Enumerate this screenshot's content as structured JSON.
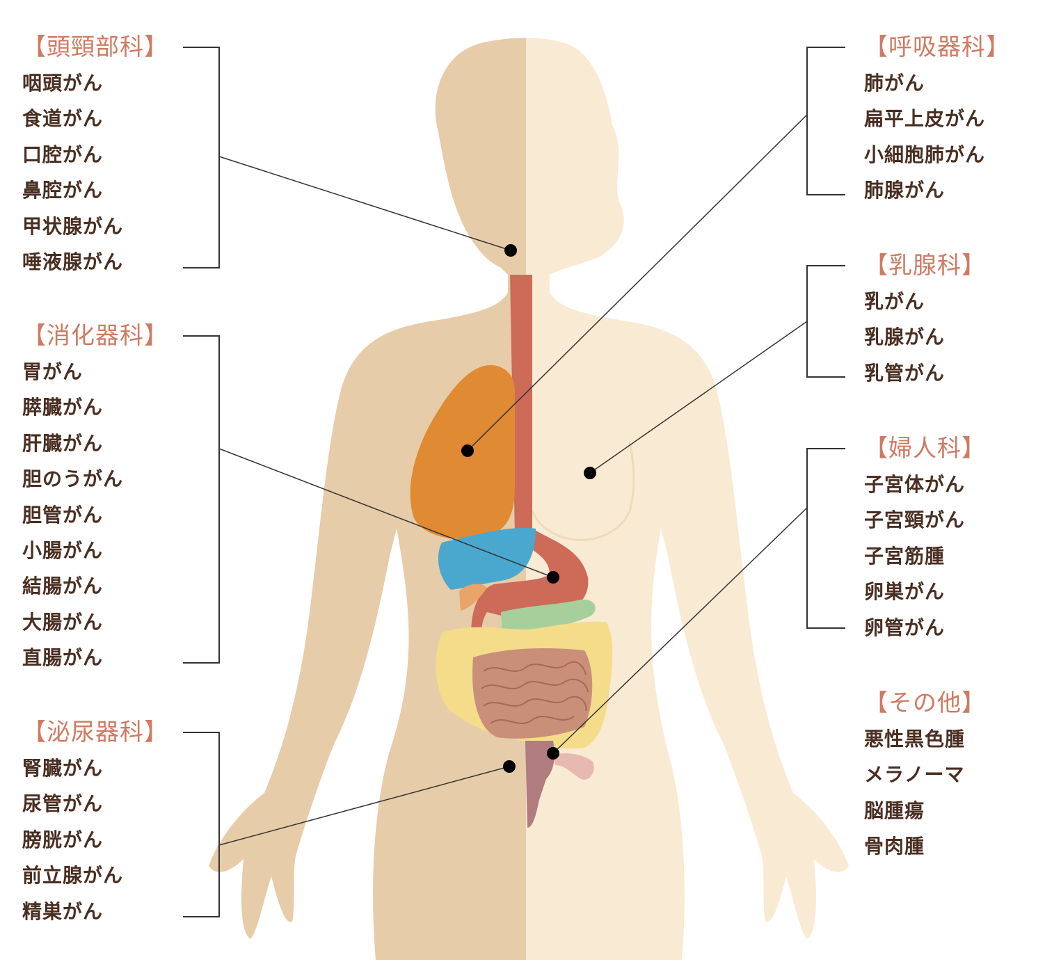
{
  "groups": [
    {
      "id": "head-neck",
      "title": "【頭頸部科】",
      "items": [
        "咽頭がん",
        "食道がん",
        "口腔がん",
        "鼻腔がん",
        "甲状腺がん",
        "唾液腺がん"
      ]
    },
    {
      "id": "digestive",
      "title": "【消化器科】",
      "items": [
        "胃がん",
        "膵臓がん",
        "肝臓がん",
        "胆のうがん",
        "胆管がん",
        "小腸がん",
        "結腸がん",
        "大腸がん",
        "直腸がん"
      ]
    },
    {
      "id": "urology",
      "title": "【泌尿器科】",
      "items": [
        "腎臓がん",
        "尿管がん",
        "膀胱がん",
        "前立腺がん",
        "精巣がん"
      ]
    },
    {
      "id": "respiratory",
      "title": "【呼吸器科】",
      "items": [
        "肺がん",
        "扁平上皮がん",
        "小細胞肺がん",
        "肺腺がん"
      ]
    },
    {
      "id": "breast",
      "title": "【乳腺科】",
      "items": [
        "乳がん",
        "乳腺がん",
        "乳管がん"
      ]
    },
    {
      "id": "gynecology",
      "title": "【婦人科】",
      "items": [
        "子宮体がん",
        "子宮頸がん",
        "子宮筋腫",
        "卵巣がん",
        "卵管がん"
      ]
    },
    {
      "id": "other",
      "title": "【その他】",
      "items": [
        "悪性黒色腫",
        "メラノーマ",
        "脳腫瘍",
        "骨肉腫"
      ]
    }
  ],
  "colors": {
    "title": "#d07a62",
    "item": "#4a2e22",
    "body_left": "#e6cca8",
    "body_right": "#f9ead4",
    "lung": "#e08a33",
    "liver": "#4aa8cf",
    "esophagus": "#cd6a58",
    "intestine_large": "#f4dc8a",
    "intestine_small": "#c98f78",
    "pancreas": "#a7cf9c",
    "uterus": "#b07c80",
    "ovary": "#e8b9b0",
    "line": "#333333",
    "dot": "#000000"
  }
}
